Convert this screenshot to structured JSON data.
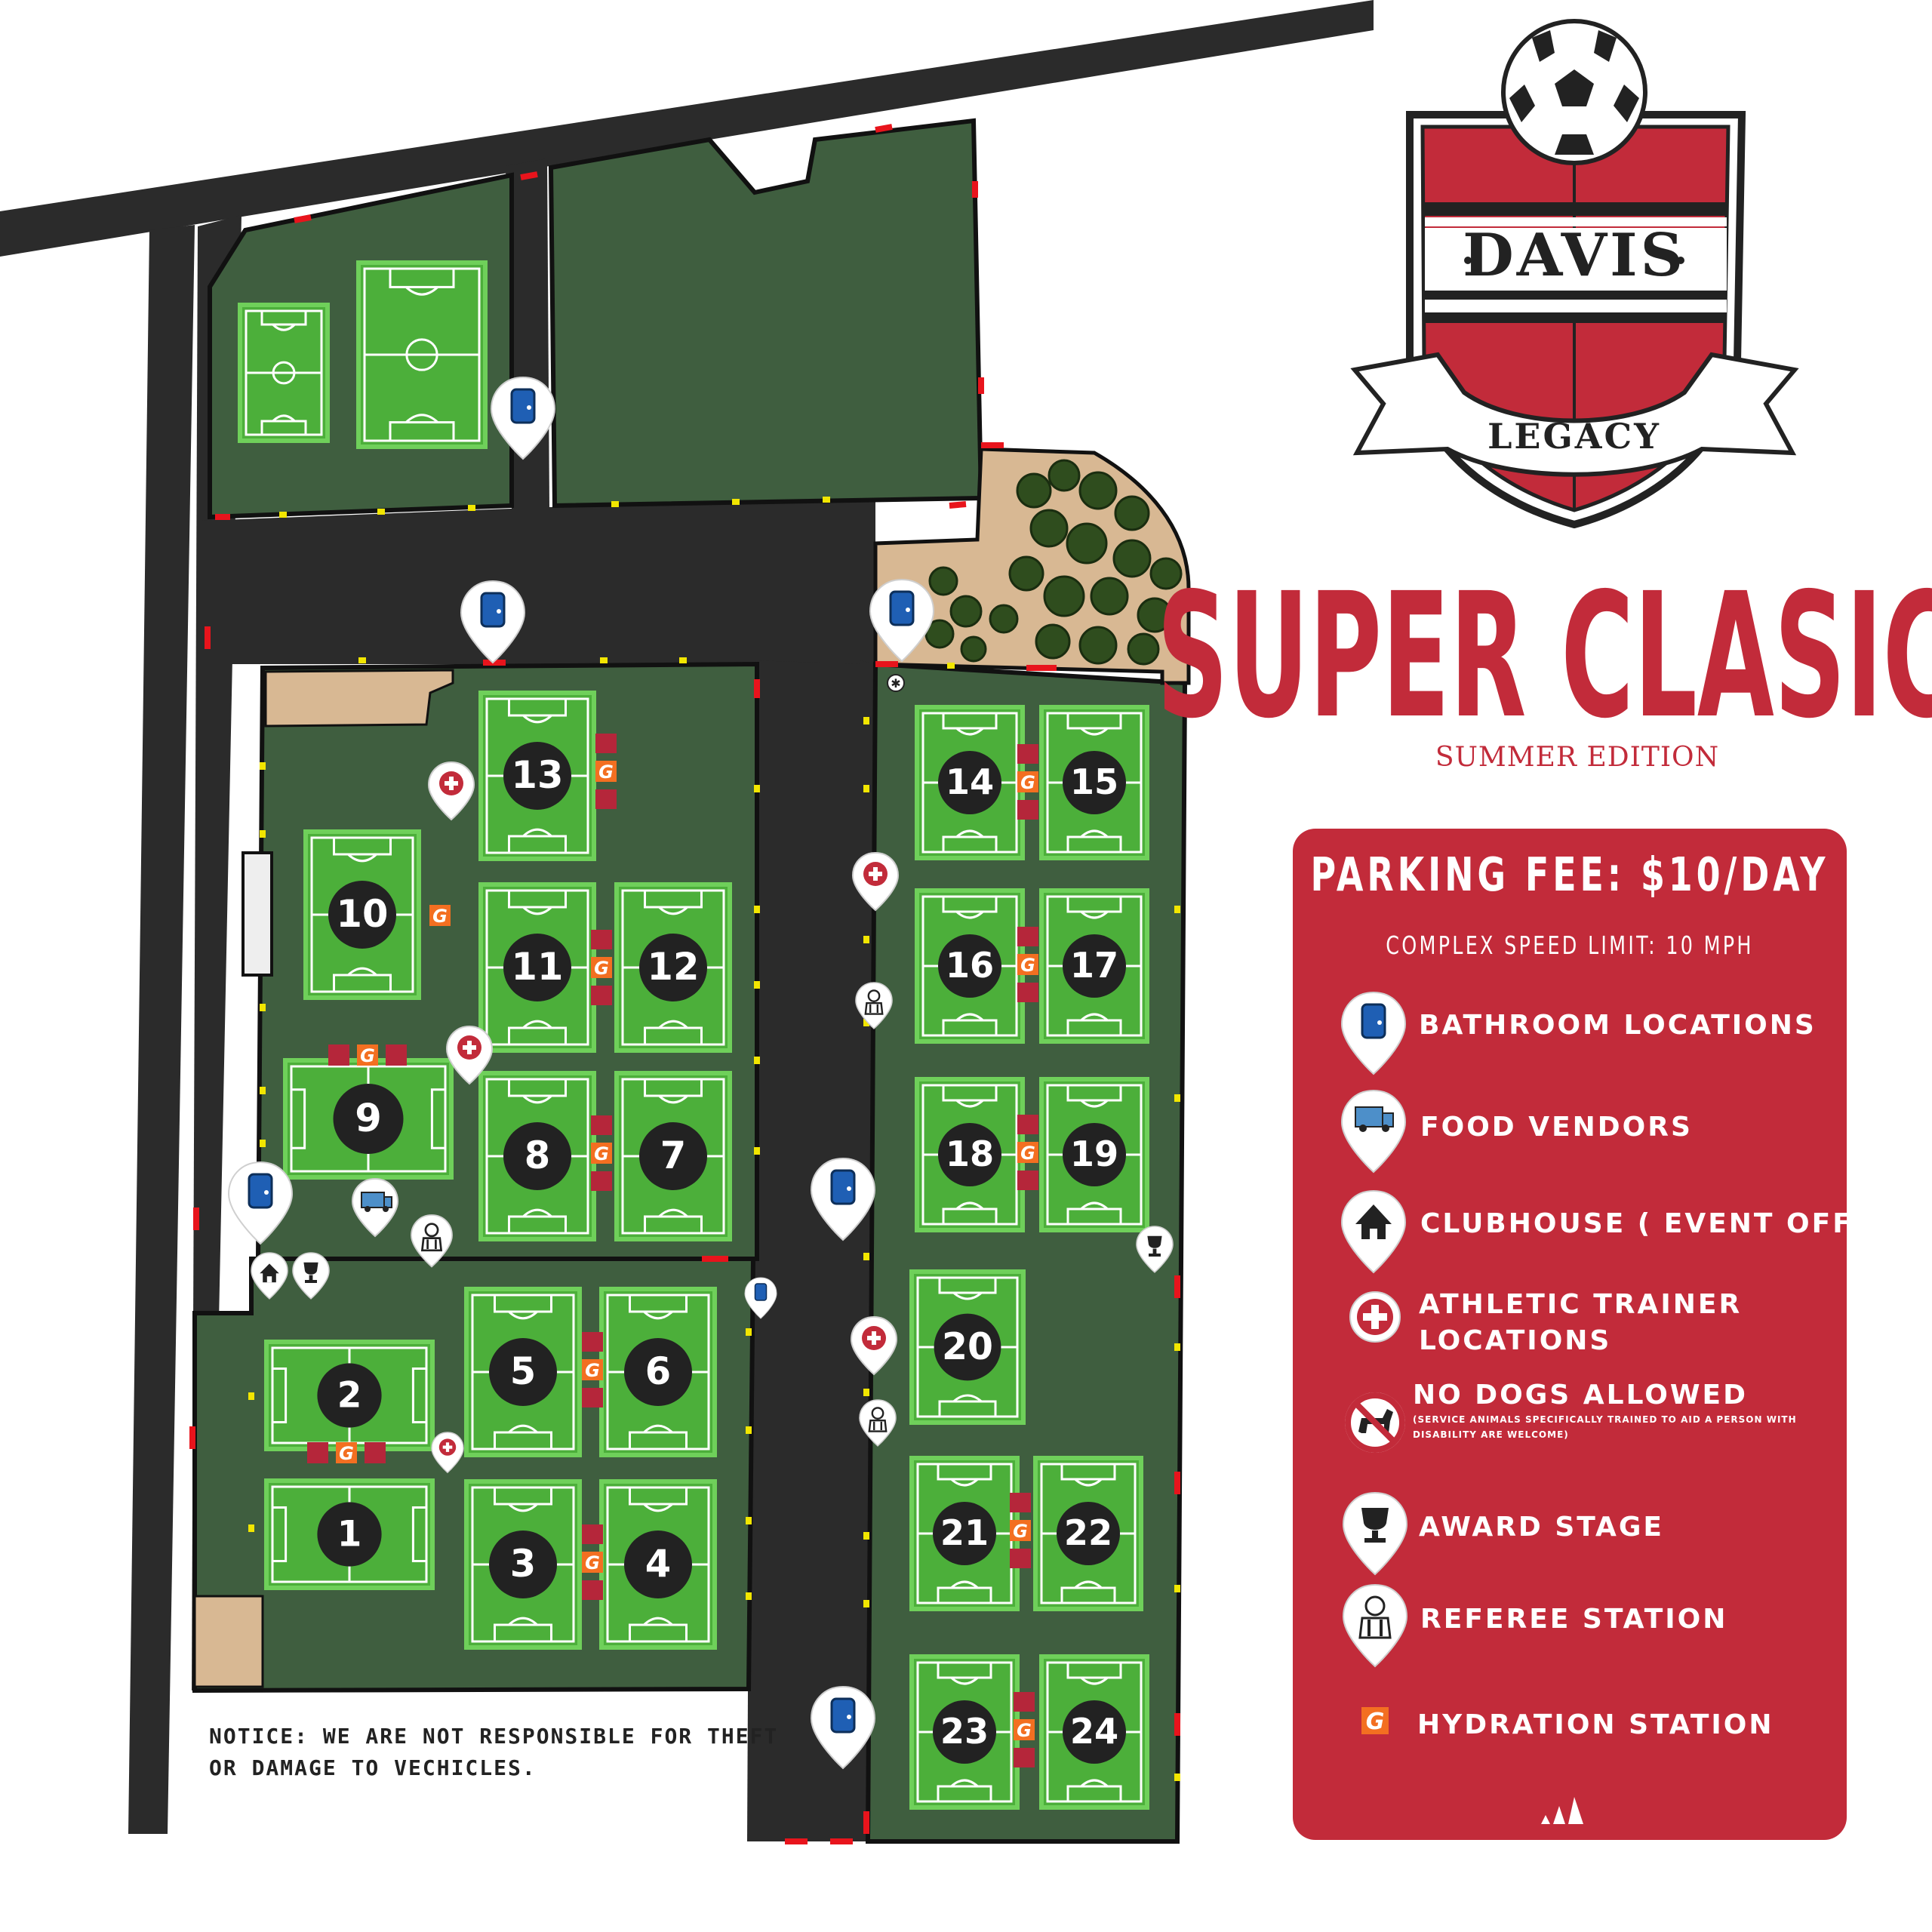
{
  "logo": {
    "club_name": "DAVIS",
    "club_ribbon": "LEGACY",
    "colors": {
      "crest_red": "#c22b3a",
      "crest_stripe": "#222222",
      "ribbon": "#ffffff"
    }
  },
  "event": {
    "title": "SUPER CLASICO",
    "edition": "SUMMER EDITION",
    "title_color": "#c22b3a"
  },
  "info_panel": {
    "background": "#c22b3a",
    "parking_fee": "PARKING FEE: $10/DAY",
    "speed_limit": "COMPLEX SPEED LIMIT: 10 MPH",
    "legend": [
      {
        "icon": "bathroom-pin-icon",
        "label": "BATHROOM LOCATIONS"
      },
      {
        "icon": "food-truck-pin-icon",
        "label": "FOOD VENDORS"
      },
      {
        "icon": "house-pin-icon",
        "label": "CLUBHOUSE ( EVENT OFFICE)"
      },
      {
        "icon": "medical-cross-icon",
        "label_line1": "ATHLETIC TRAINER",
        "label_line2": "LOCATIONS"
      },
      {
        "icon": "no-dogs-icon",
        "label": "NO DOGS ALLOWED",
        "sub_line1": "(SERVICE ANIMALS SPECIFICALLY TRAINED TO AID A PERSON WITH",
        "sub_line2": "DISABILITY ARE WELCOME)"
      },
      {
        "icon": "trophy-pin-icon",
        "label": "AWARD STAGE"
      },
      {
        "icon": "referee-pin-icon",
        "label": "REFEREE STATION"
      },
      {
        "icon": "hydration-g-icon",
        "label": "HYDRATION STATION",
        "glyph": "G"
      }
    ]
  },
  "notice": {
    "line1": "NOTICE: WE ARE NOT RESPONSIBLE FOR THEFT",
    "line2": "OR DAMAGE TO VECHICLES."
  },
  "map": {
    "colors": {
      "road": "#2b2b2b",
      "grass_area": "#3f5e3f",
      "field": "#4caf3a",
      "field_line": "#ffffff",
      "border_red": "#e8141c",
      "border_yellow": "#f2e600",
      "sand": "#d8b893",
      "number_disc": "#222222"
    },
    "fields": [
      "1",
      "2",
      "3",
      "4",
      "5",
      "6",
      "7",
      "8",
      "9",
      "10",
      "11",
      "12",
      "13",
      "14",
      "15",
      "16",
      "17",
      "18",
      "19",
      "20",
      "21",
      "22",
      "23",
      "24"
    ],
    "hydration_glyph": "G"
  }
}
